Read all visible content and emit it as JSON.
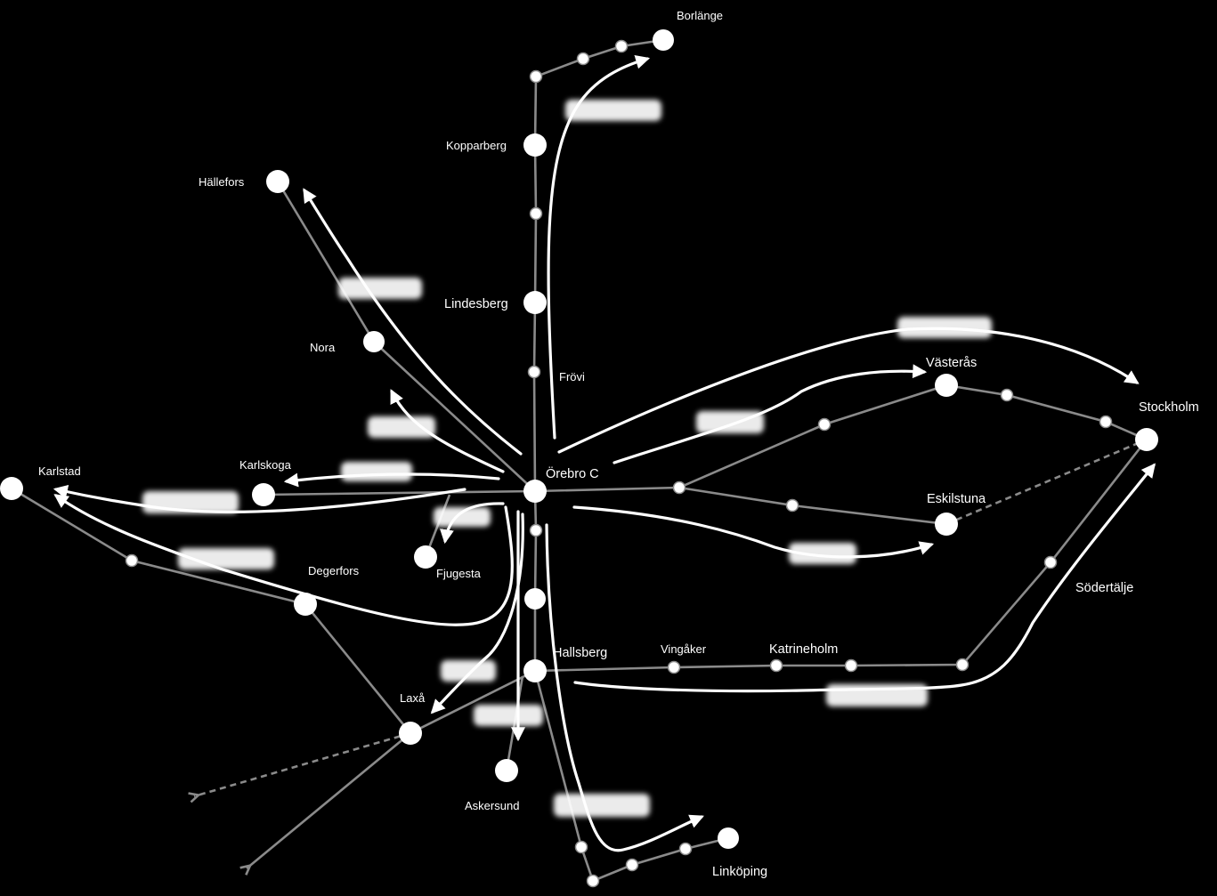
{
  "stations": {
    "borlange": "Borlänge",
    "kopparberg": "Kopparberg",
    "hallefors": "Hällefors",
    "lindesberg": "Lindesberg",
    "nora": "Nora",
    "frovi": "Frövi",
    "vasteras": "Västerås",
    "stockholm": "Stockholm",
    "karlstad": "Karlstad",
    "karlskoga": "Karlskoga",
    "orebro": "Örebro C",
    "eskilstuna": "Eskilstuna",
    "fjugesta": "Fjugesta",
    "degerfors": "Degerfors",
    "sodertalje": "Södertälje",
    "hallsberg": "Hallsberg",
    "vingaker": "Vingåker",
    "katrineholm": "Katrineholm",
    "laxa": "Laxå",
    "askersund": "Askersund",
    "linkoping": "Linköping"
  },
  "colors": {
    "background": "#000000",
    "rail": "#8a8a8a",
    "route": "#ffffff"
  }
}
